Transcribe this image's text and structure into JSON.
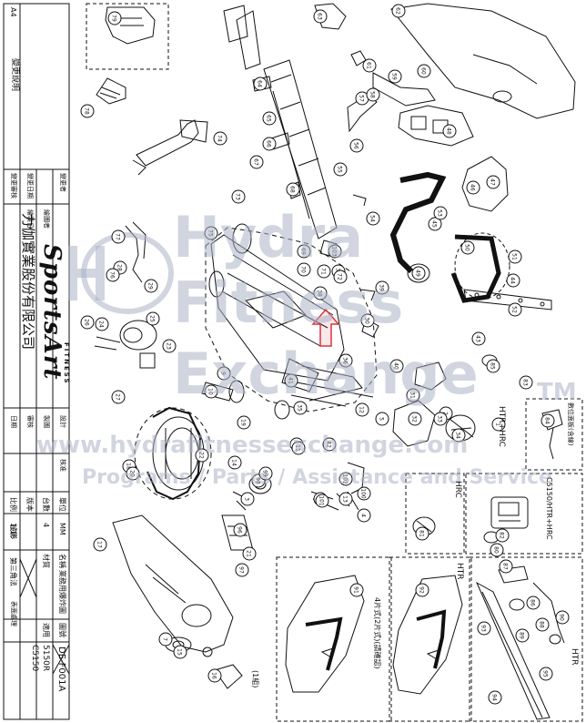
{
  "title_block": {
    "revision_header": "變更說明",
    "drawing_no_label": "圖號",
    "drawing_no": "DE-F001A",
    "applies_label": "適用",
    "model_1": "5150R",
    "model_2": "C5150",
    "drawing_name_label": "名稱",
    "drawing_name": "業務用爆炸圖",
    "projection_label": "投影",
    "projection_value": "第三角法",
    "unit_label": "單位",
    "unit_value": "MM",
    "scale_label": "比例",
    "scale_value": "1/16",
    "material_label": "材質",
    "qty_label": "台數",
    "qty_value": "4",
    "version_label": "版本",
    "surface_label": "表面處理",
    "designer_label": "設計",
    "drafter_label": "製圖",
    "checker_label": "審核",
    "approver_label": "核准",
    "date_label": "日期",
    "change_approve": "變更審核",
    "change_date": "變更日期",
    "left_col": "變更者",
    "left_col_2": "繪圖者",
    "left_col_3": "繪製日",
    "company": "力伽實業股份有限公司",
    "brand": "SportsArt",
    "brand_sub": "FITNESS",
    "corner_mark": "A4"
  },
  "watermark": {
    "line1": "Hydra",
    "line2": "Fitness",
    "line3": "Exchange",
    "trademark": "TM",
    "url": "www.hydrafitnessexchange.com",
    "tagline": "Programs / Parts / Assistance and Service"
  },
  "labels": {
    "htr_hrc": "HTR+HRC",
    "hrc": "HRC",
    "htr_1": "HTR",
    "htr_2": "HTR",
    "console_title": "數位面板(含線)",
    "console_model": "C5150/HTR+HRC",
    "handlebar_note": "4片式(2片式)(請確認)",
    "parts_bag": "(1組)"
  },
  "callouts": [
    "1",
    "2",
    "3",
    "4",
    "5",
    "6",
    "7",
    "8",
    "9",
    "10",
    "11",
    "12",
    "13",
    "14",
    "15",
    "16",
    "17",
    "18",
    "19",
    "20",
    "21",
    "22",
    "23",
    "24",
    "25",
    "26",
    "27",
    "28",
    "29",
    "30",
    "31",
    "32",
    "33",
    "34",
    "35",
    "36",
    "37",
    "38",
    "39",
    "40",
    "41",
    "42",
    "43",
    "44",
    "45",
    "46",
    "47",
    "48",
    "49",
    "50",
    "51",
    "52",
    "53",
    "54",
    "55",
    "56",
    "57",
    "58",
    "59",
    "60",
    "61",
    "62",
    "63",
    "64",
    "65",
    "66",
    "67",
    "68",
    "69",
    "70",
    "71",
    "72",
    "73",
    "74",
    "75",
    "76",
    "77",
    "78",
    "79",
    "80",
    "81",
    "82",
    "83",
    "84",
    "85",
    "86",
    "87",
    "88",
    "89",
    "90",
    "91",
    "92",
    "93",
    "94",
    "95",
    "96",
    "97",
    "98",
    "99",
    "100",
    "101",
    "102",
    "103"
  ],
  "colors": {
    "line": "#111111",
    "watermark": "#aab2c4",
    "highlight_arrow": "#d9363e"
  }
}
